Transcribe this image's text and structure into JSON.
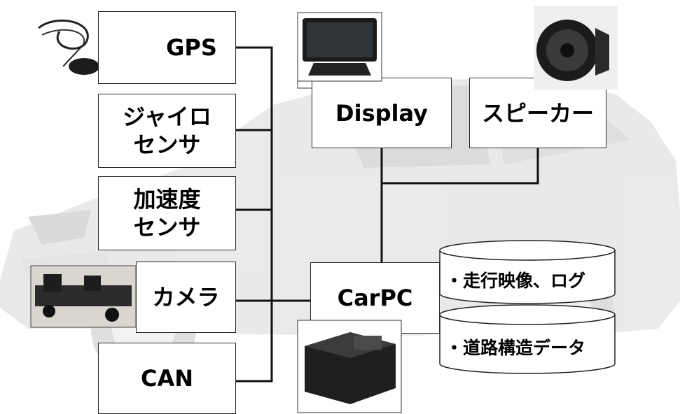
{
  "sensors": {
    "gps": "GPS",
    "gyro_line1": "ジャイロ",
    "gyro_line2": "センサ",
    "accel_line1": "加速度",
    "accel_line2": "センサ",
    "camera": "カメラ",
    "can": "CAN"
  },
  "outputs": {
    "display": "Display",
    "speaker": "スピーカー"
  },
  "computer": {
    "carpc": "CarPC"
  },
  "storage": {
    "video_log": "・走行映像、ログ",
    "road_data": "・道路構造データ"
  },
  "colors": {
    "line": "#111111",
    "box_border": "#2a2a2a",
    "car_body": "#dcdcdc"
  },
  "icons": [
    "gps-antenna-icon",
    "display-monitor-icon",
    "speaker-icon",
    "camera-rig-icon",
    "carpc-case-icon",
    "database-cylinder-icon"
  ]
}
